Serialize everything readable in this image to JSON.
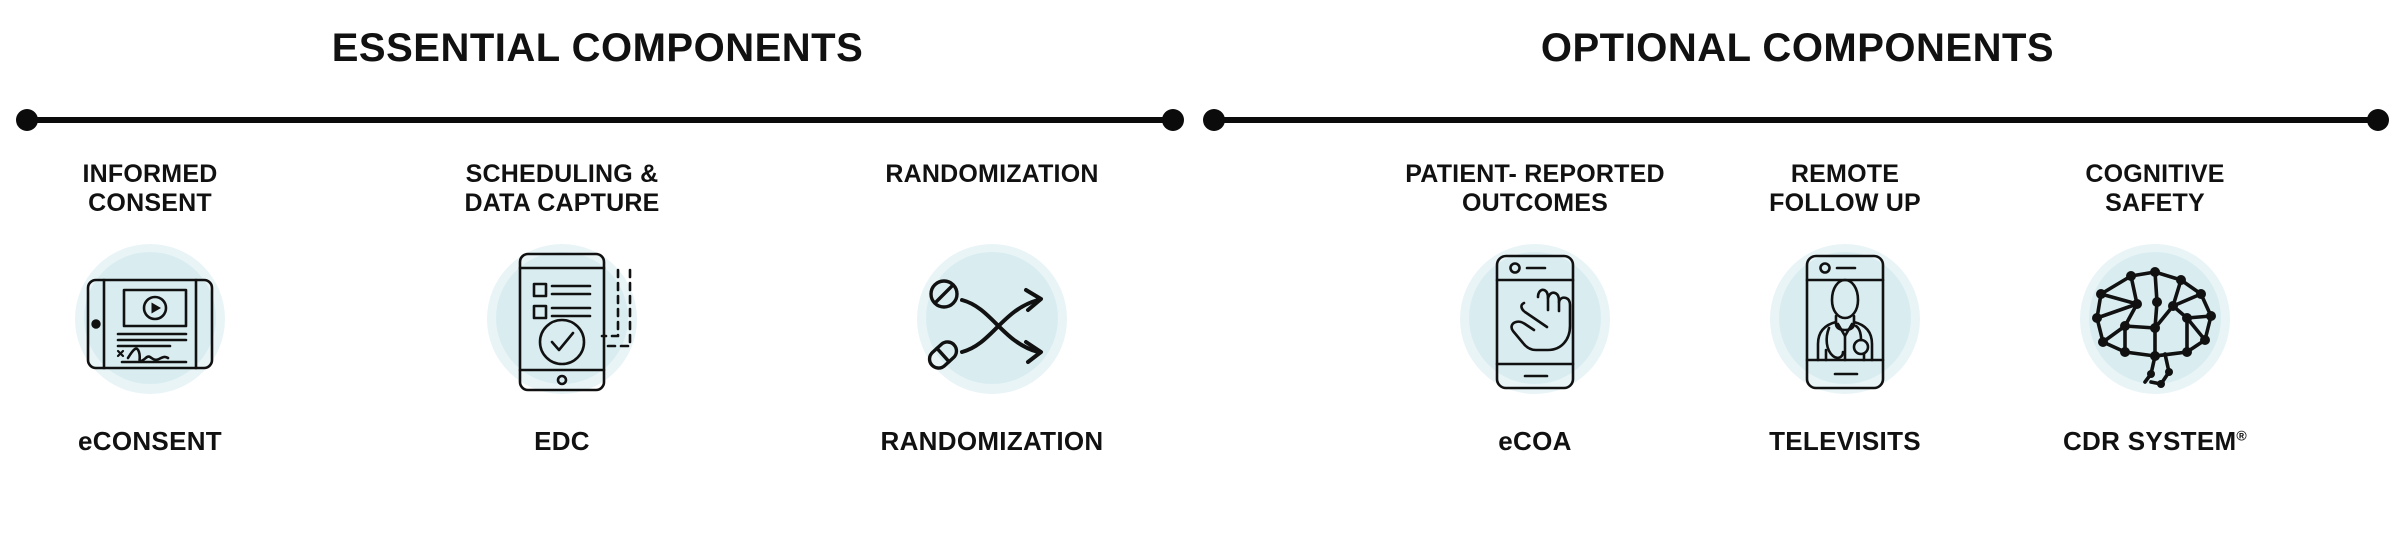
{
  "sections": [
    {
      "id": "essential",
      "title": "ESSENTIAL COMPONENTS",
      "columns": [
        {
          "id": "econsent",
          "heading_line1": "INFORMED",
          "heading_line2": "CONSENT",
          "icon": "tablet-video-signature-icon",
          "label": "eCONSENT",
          "label_sup": ""
        },
        {
          "id": "edc",
          "heading_line1": "SCHEDULING &",
          "heading_line2": "DATA CAPTURE",
          "icon": "phone-checklist-data-icon",
          "label": "EDC",
          "label_sup": ""
        },
        {
          "id": "randomization",
          "heading_line1": "RANDOMIZATION",
          "heading_line2": "",
          "icon": "crossing-arrows-pills-icon",
          "label": "RANDOMIZATION",
          "label_sup": ""
        }
      ]
    },
    {
      "id": "optional",
      "title": "OPTIONAL COMPONENTS",
      "columns": [
        {
          "id": "ecoa",
          "heading_line1": "PATIENT- REPORTED",
          "heading_line2": "OUTCOMES",
          "icon": "phone-hand-tap-icon",
          "label": "eCOA",
          "label_sup": ""
        },
        {
          "id": "televisits",
          "heading_line1": "REMOTE",
          "heading_line2": "FOLLOW UP",
          "icon": "phone-doctor-video-icon",
          "label": "TELEVISITS",
          "label_sup": ""
        },
        {
          "id": "cdr",
          "heading_line1": "COGNITIVE",
          "heading_line2": "SAFETY",
          "icon": "network-brain-icon",
          "label": "CDR SYSTEM",
          "label_sup": "®"
        }
      ]
    }
  ],
  "colors": {
    "background": "#ffffff",
    "text": "#111111",
    "rule": "#0b0b0b",
    "blob_back": "#e9f4f7",
    "blob_front": "#d9edf1",
    "stroke": "#111111"
  }
}
